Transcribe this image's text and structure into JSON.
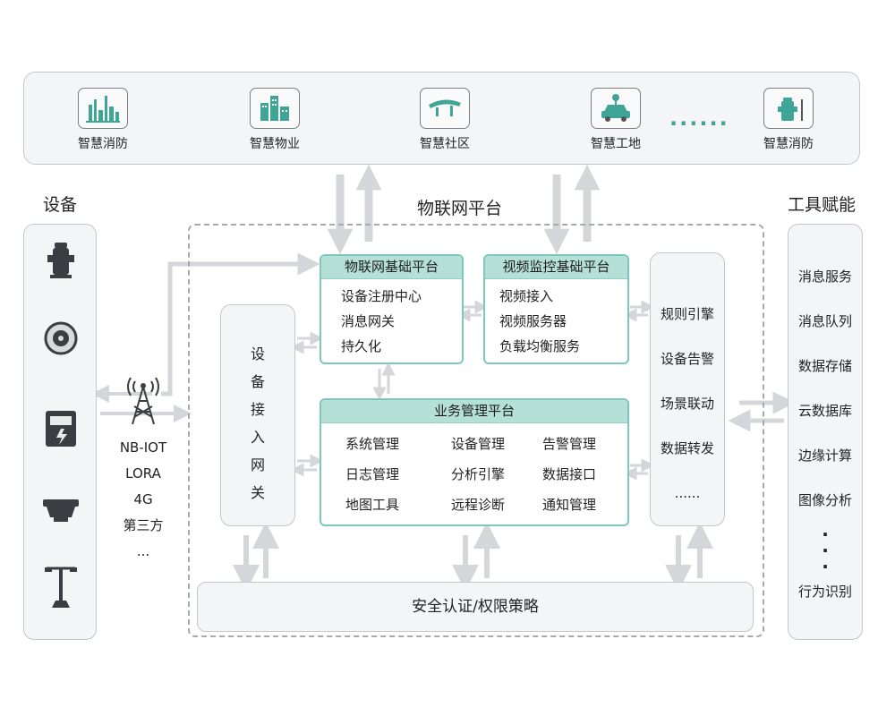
{
  "apps": [
    {
      "label": "智慧消防",
      "icon": "fire-city-icon"
    },
    {
      "label": "智慧物业",
      "icon": "buildings-icon"
    },
    {
      "label": "智慧社区",
      "icon": "community-icon"
    },
    {
      "label": "智慧工地",
      "icon": "construction-vehicle-icon"
    },
    {
      "label": "智慧消防",
      "icon": "fire-hydrant-icon"
    }
  ],
  "apps_ellipsis": "......",
  "devices": {
    "title": "设备",
    "icons": [
      "hydrant-icon",
      "smoke-detector-icon",
      "electric-meter-icon",
      "sensor-device-icon",
      "street-lamp-icon"
    ]
  },
  "network": {
    "icon": "antenna-tower-icon",
    "protocols": [
      "NB-IOT",
      "LORA",
      "4G",
      "第三方",
      "..."
    ]
  },
  "platform": {
    "title": "物联网平台",
    "gateway": [
      "设",
      "备",
      "接",
      "入",
      "网",
      "关"
    ],
    "iot_base": {
      "title": "物联网基础平台",
      "items": [
        "设备注册中心",
        "消息网关",
        "持久化"
      ]
    },
    "video_base": {
      "title": "视频监控基础平台",
      "items": [
        "视频接入",
        "视频服务器",
        "负载均衡服务"
      ]
    },
    "business": {
      "title": "业务管理平台",
      "items": [
        "系统管理",
        "设备管理",
        "告警管理",
        "日志管理",
        "分析引擎",
        "数据接口",
        "地图工具",
        "远程诊断",
        "通知管理"
      ]
    },
    "rules": {
      "items": [
        "规则引擎",
        "设备告警",
        "场景联动",
        "数据转发",
        "......"
      ]
    },
    "security": "安全认证/权限策略"
  },
  "tools": {
    "title": "工具赋能",
    "items": [
      "消息服务",
      "消息队列",
      "数据存储",
      "云数据库",
      "边缘计算",
      "图像分析",
      "行为识别"
    ],
    "vertical_ellipsis": [
      "·",
      "·",
      "·"
    ]
  },
  "colors": {
    "teal_border": "#7cc8bb",
    "teal_header": "#b5e0d8",
    "arrow_gray": "#d4d6d9",
    "panel_gray": "#f4f5f7"
  }
}
